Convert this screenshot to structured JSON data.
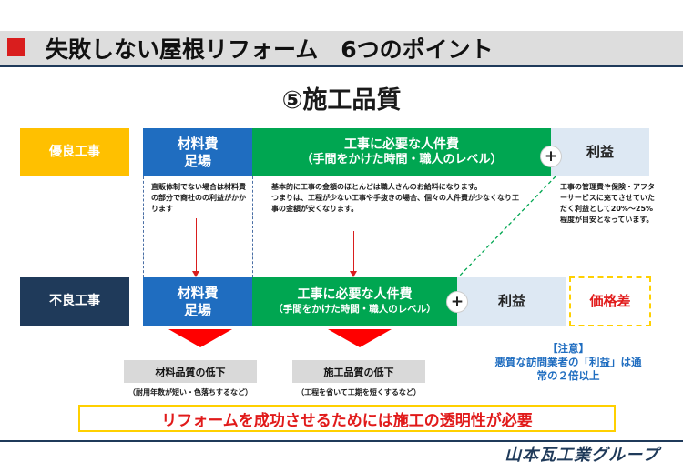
{
  "header": {
    "title": "失敗しない屋根リフォーム　6つのポイント"
  },
  "subtitle": "⑤施工品質",
  "good_row": {
    "label": "優良工事",
    "material_line1": "材料費",
    "material_line2": "足場",
    "labor_line1": "工事に必要な人件費",
    "labor_line2": "（手間をかけた時間・職人のレベル）",
    "plus": "+",
    "profit": "利益"
  },
  "bad_row": {
    "label": "不良工事",
    "material_line1": "材料費",
    "material_line2": "足場",
    "labor_line1": "工事に必要な人件費",
    "labor_line2": "（手間をかけた時間・職人のレベル）",
    "plus": "+",
    "profit": "利益",
    "price_diff": "価格差"
  },
  "notes": {
    "material": "直販体制でない場合は材料費の部分で商社のの利益がかかります",
    "labor": "基本的に工事の金額のほとんどは職人さんのお給料になります。\nつまりは、工程が少ない工事や手抜きの場合、個々の人件費が少なくなり工事の金額が安くなります。",
    "profit": "工事の管理費や保険・アフターサービスに充てさせていただく利益として20%～25%程度が目安となっています。"
  },
  "results": [
    {
      "title": "材料品質の低下",
      "note": "（耐用年数が短い・色落ちするなど）"
    },
    {
      "title": "施工品質の低下",
      "note": "（工程を省いて工期を短くするなど）"
    }
  ],
  "caution": {
    "heading": "【注意】",
    "text": "悪質な訪問業者の「利益」は通常の２倍以上"
  },
  "conclusion": "リフォームを成功させるためには施工の透明性が必要",
  "footer": {
    "logo": "山本瓦工業グループ"
  },
  "colors": {
    "good_label": "#ffc000",
    "bad_label": "#1f3a5a",
    "material": "#1f6dc0",
    "labor": "#00a651",
    "profit": "#dde8f3",
    "accent_red": "#d91e1e",
    "caution_blue": "#1f6dc0",
    "highlight_yellow": "#ffd000"
  }
}
